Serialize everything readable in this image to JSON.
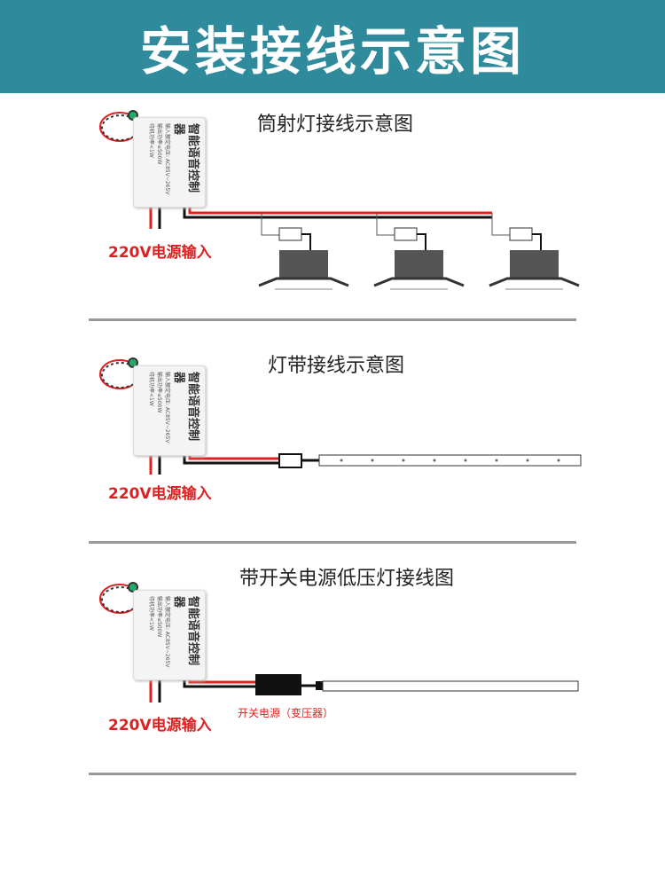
{
  "header": {
    "title": "安装接线示意图"
  },
  "controller": {
    "name": "智能语音控制器",
    "line1": "输入额定电压: AC85V~265V",
    "line2": "输出功率≤500W",
    "line3": "待机功率<1W"
  },
  "sections": [
    {
      "title": "筒射灯接线示意图",
      "input_label": "220V电源输入"
    },
    {
      "title": "灯带接线示意图",
      "input_label": "220V电源输入"
    },
    {
      "title": "带开关电源低压灯接线图",
      "input_label": "220V电源输入",
      "psu_label": "开关电源（变压器）"
    }
  ],
  "colors": {
    "header": "#2f8a9c",
    "live": "#e02020",
    "neutral": "#111111"
  }
}
